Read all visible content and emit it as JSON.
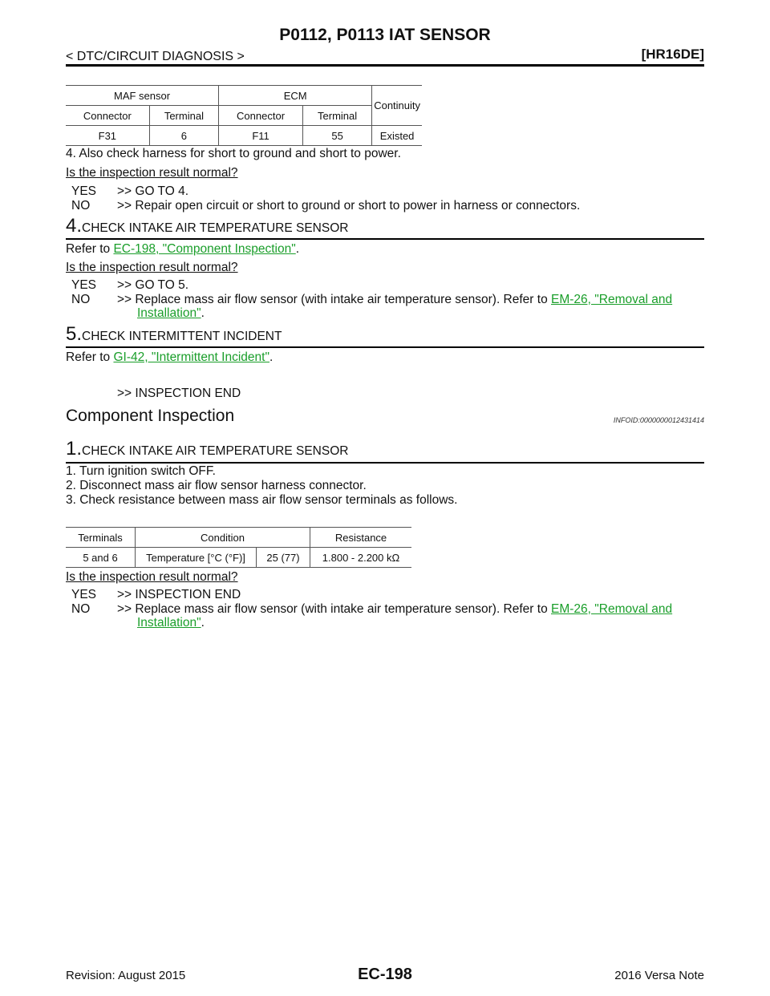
{
  "header": {
    "title": "P0112, P0113 IAT SENSOR",
    "section": "< DTC/CIRCUIT DIAGNOSIS >",
    "engine": "[HR16DE]"
  },
  "table1": {
    "group_maf": "MAF sensor",
    "group_ecm": "ECM",
    "col_continuity": "Continuity",
    "sub_connector_1": "Connector",
    "sub_terminal_1": "Terminal",
    "sub_connector_2": "Connector",
    "sub_terminal_2": "Terminal",
    "row": [
      "F31",
      "6",
      "F11",
      "55",
      "Existed"
    ]
  },
  "step3": {
    "item4": "4. Also check harness for short to ground and short to power.",
    "question": "Is the inspection result normal?",
    "yes_label": "YES",
    "yes_text": ">> GO TO 4.",
    "no_label": "NO",
    "no_text": ">> Repair open circuit or short to ground or short to power in harness or connectors."
  },
  "step4": {
    "num": "4.",
    "title": "CHECK INTAKE AIR TEMPERATURE SENSOR",
    "refer_prefix": "Refer to ",
    "refer_link": "EC-198, \"Component Inspection\"",
    "refer_suffix": ".",
    "question": "Is the inspection result normal?",
    "yes_label": "YES",
    "yes_text": ">> GO TO 5.",
    "no_label": "NO",
    "no_text": ">> Replace mass air flow sensor (with intake air temperature sensor). Refer to ",
    "no_link_1": "EM-26, \"Removal and",
    "no_link_2": "Installation\"",
    "no_suffix": "."
  },
  "step5": {
    "num": "5.",
    "title": "CHECK INTERMITTENT INCIDENT",
    "refer_prefix": "Refer to ",
    "refer_link": "GI-42, \"Intermittent Incident\"",
    "refer_suffix": ".",
    "end": ">> INSPECTION END"
  },
  "component": {
    "heading": "Component Inspection",
    "infoid": "INFOID:0000000012431414",
    "num": "1.",
    "title": "CHECK INTAKE AIR TEMPERATURE SENSOR",
    "item1": "1. Turn ignition switch OFF.",
    "item2": "2. Disconnect mass air flow sensor harness connector.",
    "item3": "3. Check resistance between mass air flow sensor terminals as follows.",
    "question": "Is the inspection result normal?",
    "yes_label": "YES",
    "yes_text": ">> INSPECTION END",
    "no_label": "NO",
    "no_text": ">> Replace mass air flow sensor (with intake air temperature sensor). Refer to ",
    "no_link_1": "EM-26, \"Removal and",
    "no_link_2": "Installation\"",
    "no_suffix": "."
  },
  "table2": {
    "h_terminals": "Terminals",
    "h_condition": "Condition",
    "h_resistance": "Resistance",
    "row": [
      "5 and 6",
      "Temperature [°C (°F)]",
      "25 (77)",
      "1.800 - 2.200 kΩ"
    ]
  },
  "footer": {
    "revision": "Revision: August 2015",
    "page": "EC-198",
    "model": "2016 Versa Note"
  }
}
